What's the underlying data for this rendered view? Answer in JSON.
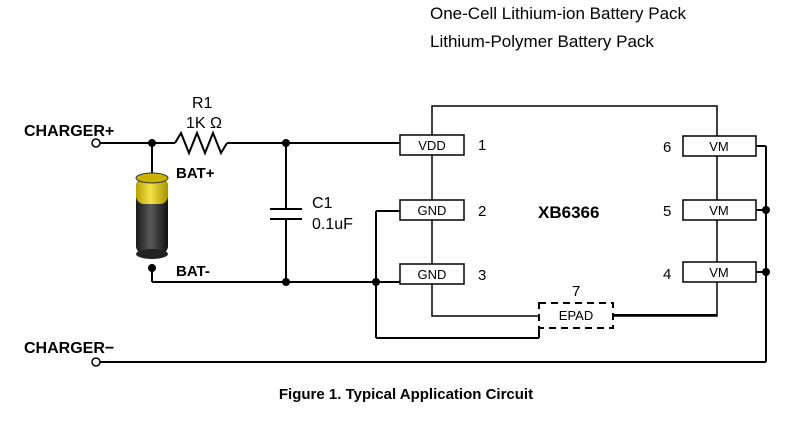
{
  "header": {
    "line1": "One-Cell Lithium-ion Battery Pack",
    "line2": "Lithium-Polymer Battery Pack"
  },
  "labels": {
    "charger_plus": "CHARGER+",
    "charger_minus": "CHARGER−",
    "bat_plus": "BAT+",
    "bat_minus": "BAT-",
    "r1_name": "R1",
    "r1_value": "1K Ω",
    "c1_name": "C1",
    "c1_value": "0.1uF"
  },
  "chip": {
    "name": "XB6366",
    "pins": [
      {
        "num": "1",
        "name": "VDD"
      },
      {
        "num": "2",
        "name": "GND"
      },
      {
        "num": "3",
        "name": "GND"
      },
      {
        "num": "4",
        "name": "VM"
      },
      {
        "num": "5",
        "name": "VM"
      },
      {
        "num": "6",
        "name": "VM"
      },
      {
        "num": "7",
        "name": "EPAD"
      }
    ]
  },
  "caption": "Figure 1.  Typical Application Circuit",
  "colors": {
    "wire": "#000000",
    "battery_top": "#e6d21e",
    "battery_body": "#2a2a2a"
  }
}
